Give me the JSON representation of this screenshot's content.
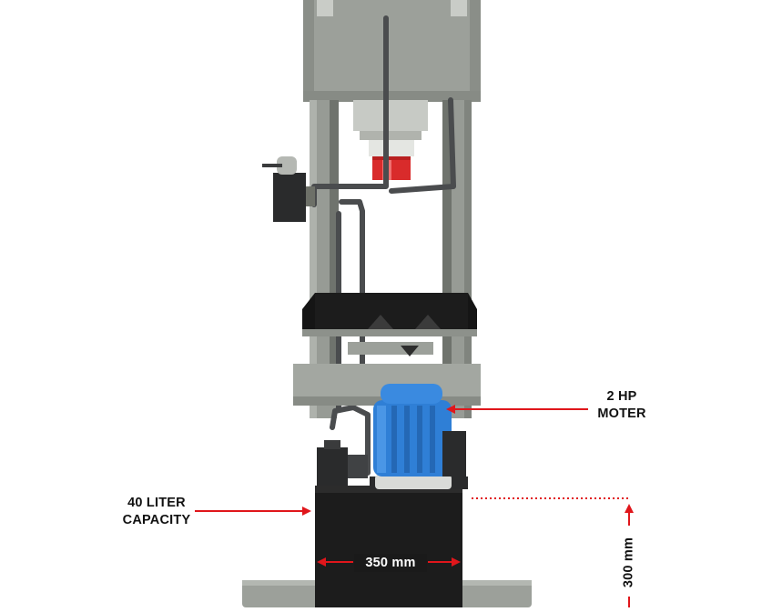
{
  "annotations": {
    "motor": {
      "line1": "2 HP",
      "line2": "MOTER"
    },
    "tank": {
      "line1": "40 LITER",
      "line2": "CAPACITY"
    },
    "tank_width": "350 mm",
    "tank_height": "300 mm"
  },
  "colors": {
    "frame": "#9ca09a",
    "frame_shadow": "#7f847d",
    "tank": "#1c1c1c",
    "motor": "#2f7fd6",
    "arrow": "#e0161b",
    "ram_red": "#d92b2b",
    "pipe": "#4a4c4e"
  }
}
